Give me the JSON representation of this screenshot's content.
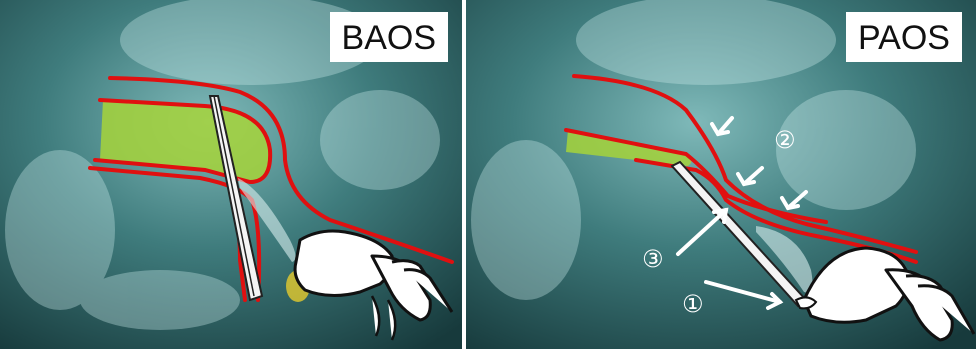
{
  "panels": [
    {
      "label": "BAOS"
    },
    {
      "label": "PAOS",
      "markers": [
        "②",
        "③",
        "①"
      ]
    }
  ],
  "colors": {
    "xray_dark": "#1f4a4c",
    "xray_light": "#8fc7c7",
    "outline_red": "#e01010",
    "airway_green": "#a6d33a",
    "highlight_yellow": "#f2d22a"
  }
}
